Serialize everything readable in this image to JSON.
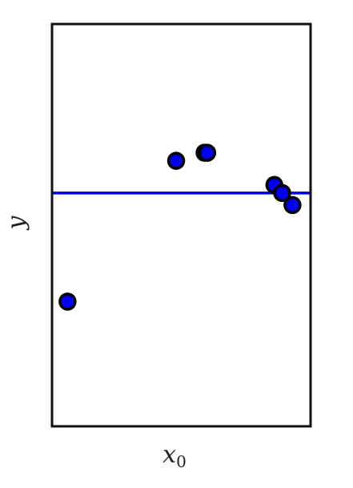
{
  "chart_data": {
    "type": "scatter",
    "title": "",
    "xlabel": "x",
    "xlabel_subscript": "0",
    "ylabel": "y",
    "grid": false,
    "xlim": [
      0,
      1
    ],
    "ylim": [
      0,
      1
    ],
    "series": [
      {
        "values": [
          {
            "x": 0.06,
            "y": 0.31
          },
          {
            "x": 0.48,
            "y": 0.66
          },
          {
            "x": 0.59,
            "y": 0.68
          },
          {
            "x": 0.6,
            "y": 0.68
          },
          {
            "x": 0.86,
            "y": 0.6
          },
          {
            "x": 0.89,
            "y": 0.58
          },
          {
            "x": 0.93,
            "y": 0.55
          }
        ]
      }
    ],
    "reference_line": {
      "type": "horizontal",
      "y": 0.58
    },
    "colors": {
      "marker_fill": "#0000ee",
      "marker_edge": "#000000",
      "line": "#0000ee",
      "frame": "#111111"
    }
  }
}
